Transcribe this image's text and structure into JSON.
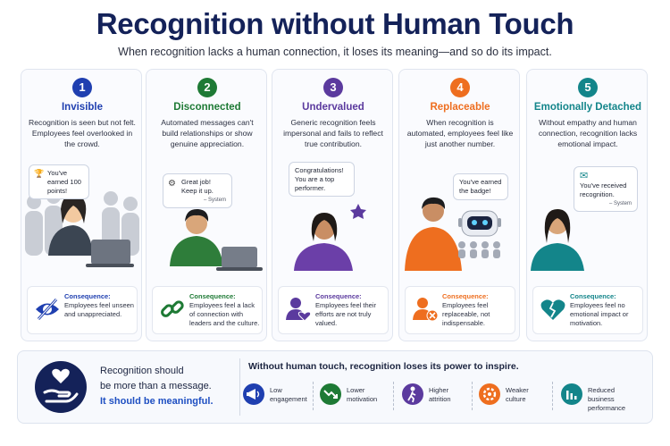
{
  "title": "Recognition without Human Touch",
  "subtitle": "When recognition lacks a human connection, it loses its meaning—and so do its impact.",
  "colors": {
    "navy": "#142259",
    "blue": "#1f3fb0",
    "green": "#1e7a35",
    "purple": "#5b3a9e",
    "orange": "#ee6e1f",
    "teal": "#13858a"
  },
  "cards": [
    {
      "number": "1",
      "title": "Invisible",
      "description": "Recognition is seen but not felt. Employees feel overlooked in the crowd.",
      "bubble": "You've earned 100 points!",
      "consequence_label": "Consequence:",
      "consequence": "Employees feel unseen and unappreciated.",
      "icon": "eye-slash-icon"
    },
    {
      "number": "2",
      "title": "Disconnected",
      "description": "Automated messages can't build relationships or show genuine appreciation.",
      "bubble": "Great job! Keep it up.",
      "bubble_sign": "– System",
      "consequence_label": "Consequence:",
      "consequence": "Employees feel a lack of connection with leaders and the culture.",
      "icon": "broken-link-icon"
    },
    {
      "number": "3",
      "title": "Undervalued",
      "description": "Generic recognition feels impersonal and fails to reflect true contribution.",
      "bubble": "Congratulations! You are a top performer.",
      "consequence_label": "Consequence:",
      "consequence": "Employees feel their efforts are not truly valued.",
      "icon": "user-heart-icon"
    },
    {
      "number": "4",
      "title": "Replaceable",
      "description": "When recognition is automated, employees feel like just another number.",
      "bubble": "You've earned the badge!",
      "consequence_label": "Consequence:",
      "consequence": "Employees feel replaceable, not indispensable.",
      "icon": "user-x-icon"
    },
    {
      "number": "5",
      "title": "Emotionally Detached",
      "description": "Without empathy and human connection, recognition lacks emotional impact.",
      "bubble": "You've received recognition.",
      "bubble_sign": "– System",
      "consequence_label": "Consequence:",
      "consequence": "Employees feel no emotional impact or motivation.",
      "icon": "broken-heart-icon"
    }
  ],
  "bottom": {
    "line1": "Recognition should",
    "line2": "be more than a message.",
    "line3": "It should be meaningful.",
    "heading": "Without human touch, recognition loses its power to inspire.",
    "impacts": [
      {
        "l1": "Low",
        "l2": "engagement",
        "icon": "megaphone-icon"
      },
      {
        "l1": "Lower",
        "l2": "motivation",
        "icon": "trend-down-icon"
      },
      {
        "l1": "Higher",
        "l2": "attrition",
        "icon": "person-exit-icon"
      },
      {
        "l1": "Weaker",
        "l2": "culture",
        "icon": "gear-group-icon"
      },
      {
        "l1": "Reduced business",
        "l2": "performance",
        "icon": "chart-down-icon"
      }
    ]
  }
}
